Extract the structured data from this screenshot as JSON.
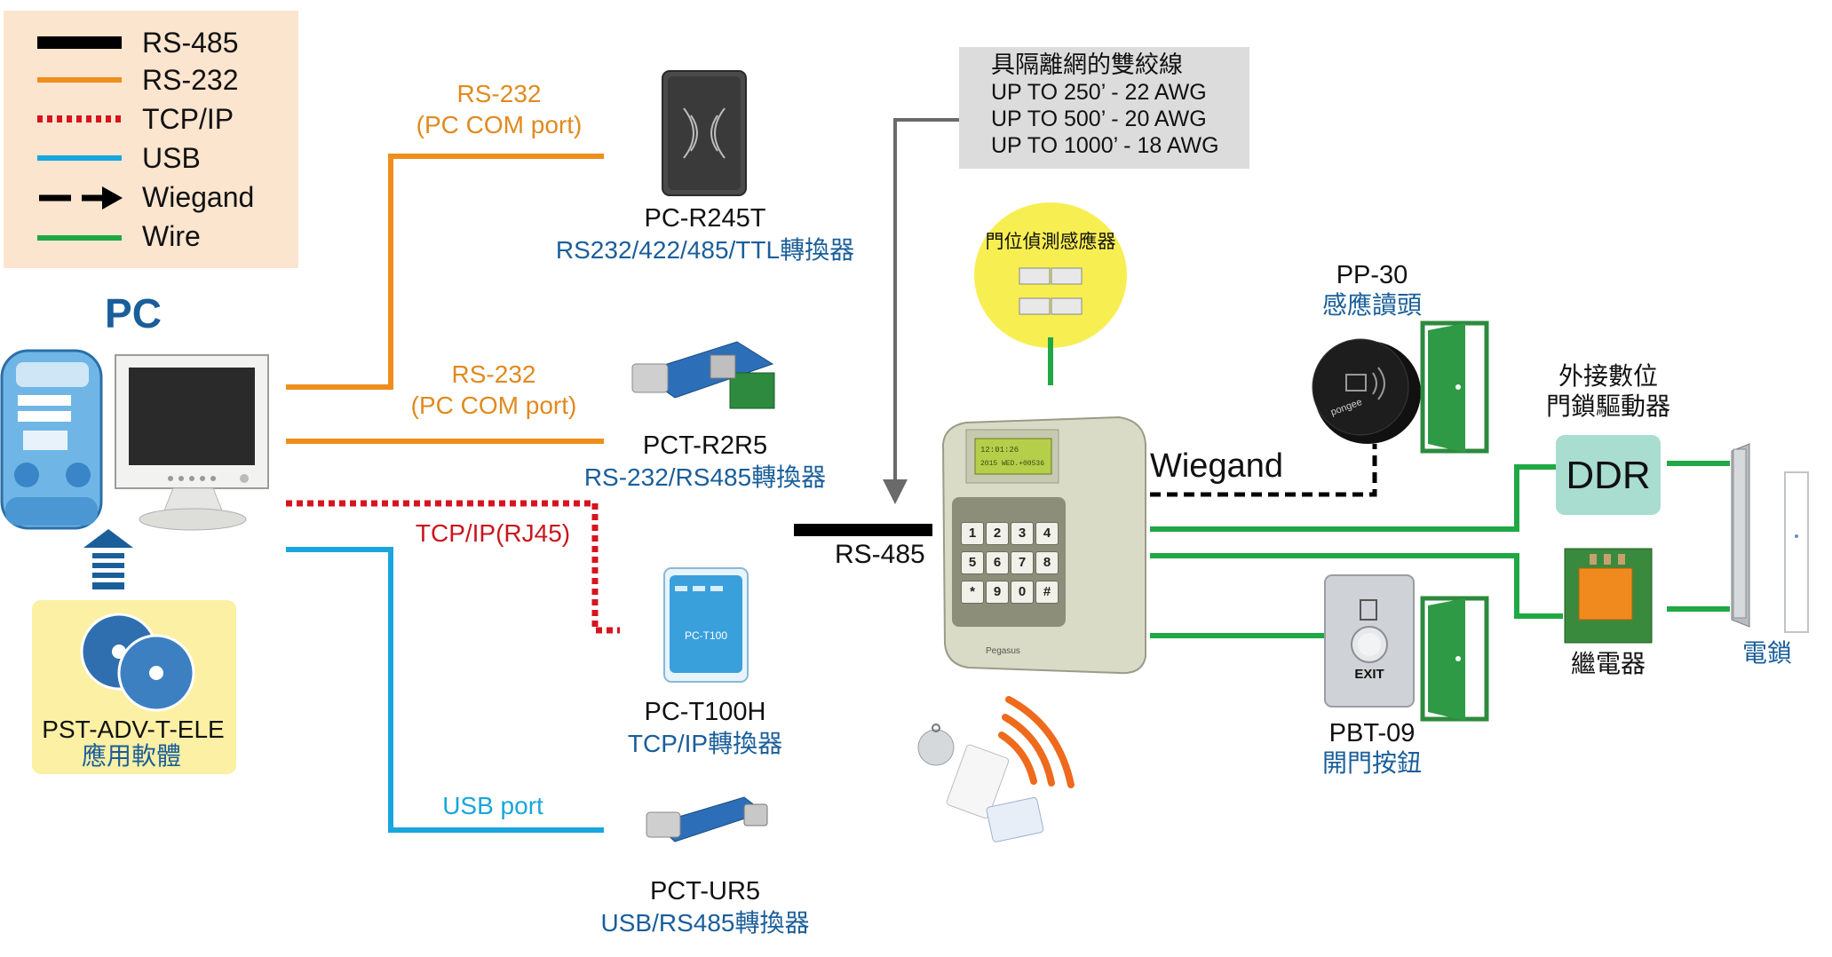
{
  "legend": {
    "items": [
      {
        "label": "RS-485",
        "color": "#000000",
        "style": "solid"
      },
      {
        "label": "RS-232",
        "color": "#ee8e1c",
        "style": "solid"
      },
      {
        "label": "TCP/IP",
        "color": "#d7141e",
        "style": "dotted"
      },
      {
        "label": "USB",
        "color": "#19a6de",
        "style": "solid"
      },
      {
        "label": "Wiegand",
        "color": "#000000",
        "style": "dashed-arrow"
      },
      {
        "label": "Wire",
        "color": "#1fa843",
        "style": "solid"
      }
    ],
    "background": "#fbe5cf"
  },
  "pc": {
    "title": "PC",
    "software_name": "PST-ADV-T-ELE",
    "software_desc": "應用軟體"
  },
  "links": {
    "rs232_top": {
      "line1": "RS-232",
      "line2": "(PC COM port)"
    },
    "rs232_mid": {
      "line1": "RS-232",
      "line2": "(PC COM port)"
    },
    "tcpip": "TCP/IP(RJ45)",
    "usb": "USB port",
    "rs485": "RS-485",
    "wiegand": "Wiegand"
  },
  "converters": [
    {
      "model": "PC-R245T",
      "desc": "RS232/422/485/TTL轉換器"
    },
    {
      "model": "PCT-R2R5",
      "desc": "RS-232/RS485轉換器"
    },
    {
      "model": "PC-T100H",
      "desc": "TCP/IP轉換器"
    },
    {
      "model": "PCT-UR5",
      "desc": "USB/RS485轉換器"
    }
  ],
  "cable_note": {
    "title": "具隔離網的雙絞線",
    "lines": [
      "UP TO 250’ - 22 AWG",
      "UP TO 500’ - 20 AWG",
      "UP TO 1000’ - 18 AWG"
    ]
  },
  "door_sensor": {
    "label": "門位偵測感應器"
  },
  "controller": {
    "lcd_line1": "12:01:26",
    "lcd_line2": "2015 WED.+00536",
    "keys": [
      "1",
      "2",
      "3",
      "4",
      "5",
      "6",
      "7",
      "8",
      "*",
      "9",
      "0",
      "#"
    ],
    "brand": "Pegasus"
  },
  "reader": {
    "model": "PP-30",
    "desc": "感應讀頭",
    "brand": "pongee"
  },
  "ddr": {
    "line1": "外接數位",
    "line2": "門鎖驅動器",
    "box_label": "DDR"
  },
  "relay": {
    "label": "繼電器"
  },
  "lock": {
    "label": "電鎖"
  },
  "exit_button": {
    "model": "PBT-09",
    "desc": "開門按鈕",
    "plate_label": "EXIT"
  },
  "device_labels": {
    "converter_tcp_brand": "PC-T100"
  },
  "colors": {
    "rs485": "#000000",
    "rs232": "#ee8e1c",
    "tcpip": "#d7141e",
    "usb": "#19a6de",
    "wire": "#1fa843",
    "arrow_gray": "#6a6a6a",
    "note_bg": "#dcdcdc",
    "sensor_bg": "#f7ee52",
    "ddr_bg": "#a8ddd0",
    "pc_panel_bg": "#fbf0a4"
  }
}
